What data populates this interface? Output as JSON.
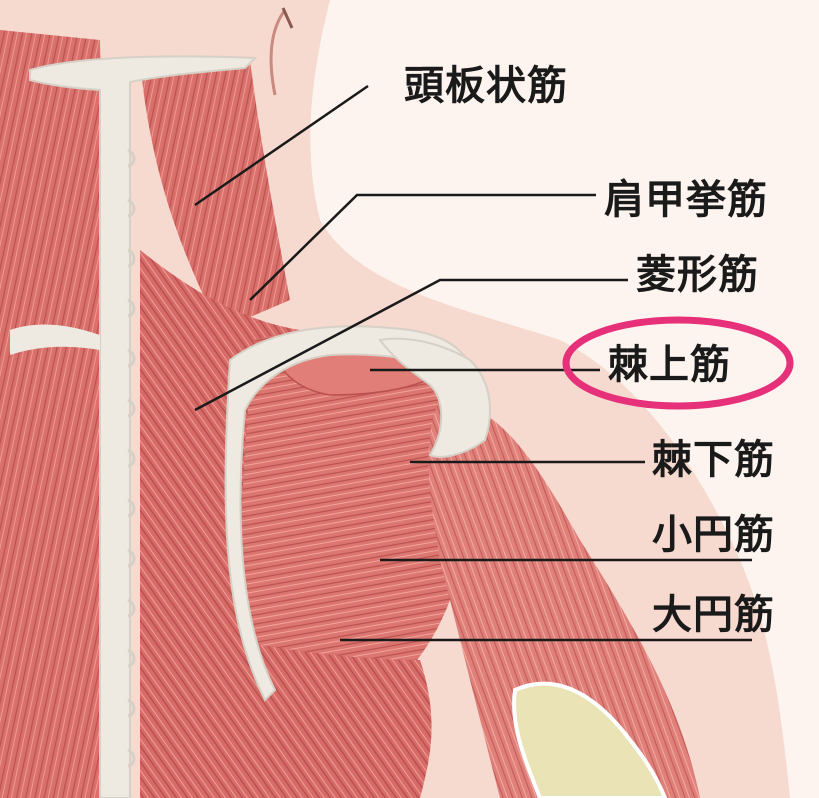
{
  "labels": [
    {
      "id": "splenius-capitis",
      "text": "頭板状筋"
    },
    {
      "id": "levator-scapulae",
      "text": "肩甲挙筋"
    },
    {
      "id": "rhomboid",
      "text": "菱形筋"
    },
    {
      "id": "supraspinatus",
      "text": "棘上筋",
      "highlighted": true
    },
    {
      "id": "infraspinatus",
      "text": "棘下筋"
    },
    {
      "id": "teres-minor",
      "text": "小円筋"
    },
    {
      "id": "teres-major",
      "text": "大円筋"
    }
  ],
  "colors": {
    "background": "#fdf4ef",
    "skin": "#f6d9cf",
    "muscle": "#d9706b",
    "muscle_dark": "#b9514f",
    "muscle_light": "#ee9b93",
    "bone": "#eeeae2",
    "bone_outline": "#d6d0c6",
    "humerus_marrow": "#e9e3b5",
    "leader_line": "#1a1a1a",
    "highlight": "#e6307a"
  }
}
